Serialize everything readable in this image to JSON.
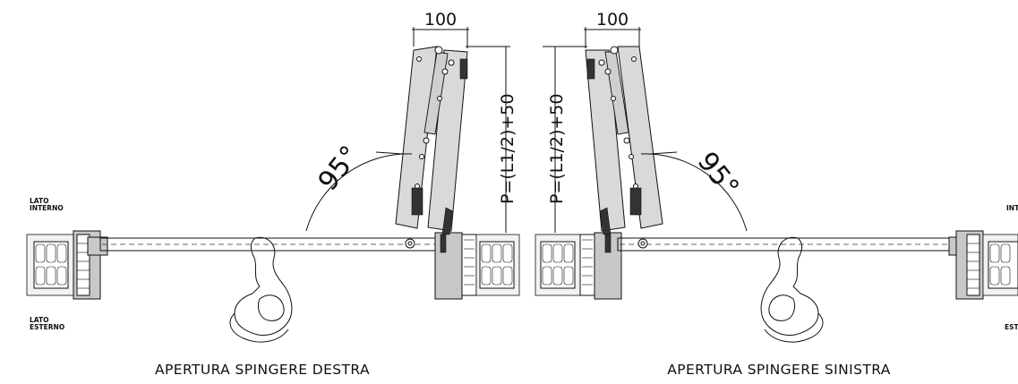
{
  "diagrams": [
    {
      "caption": "APERTURA SPINGERE DESTRA",
      "width_dim": "100",
      "projection_dim": "P=(L1/2)+50",
      "angle": "95°",
      "side_top": "LATO\nINTERNO",
      "side_bottom": "LATO\nESTERNO"
    },
    {
      "caption": "APERTURA SPINGERE SINISTRA",
      "width_dim": "100",
      "projection_dim": "P=(L1/2)+50",
      "angle": "95°",
      "side_top": "INT",
      "side_bottom": "EST"
    }
  ]
}
